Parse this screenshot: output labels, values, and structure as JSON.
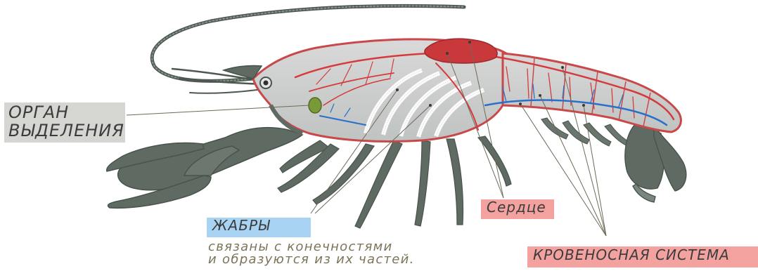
{
  "labels": {
    "excretory_organ": [
      "ОРГАН",
      "ВЫДЕЛЕНИЯ"
    ],
    "heart": "Сердце",
    "gills": "ЖАБРЫ",
    "gills_note": [
      "связаны с конечностями",
      "и образуются из их частей."
    ],
    "circulatory_system": "КРОВЕНОСНАЯ СИСТЕМА"
  },
  "colors": {
    "body_gray": "#5f6a63",
    "shell_outline": "#c9484a",
    "artery_red": "#d63a3c",
    "vein_blue": "#2a6fc9",
    "gill_white": "#f2eef2",
    "excretory_green": "#7a9a3a",
    "label_gray_bg": "#d5d5d2",
    "label_red_bg": "#f3a2a0",
    "label_blue_bg": "#a8d3f2",
    "note_text": "#7c7458"
  }
}
